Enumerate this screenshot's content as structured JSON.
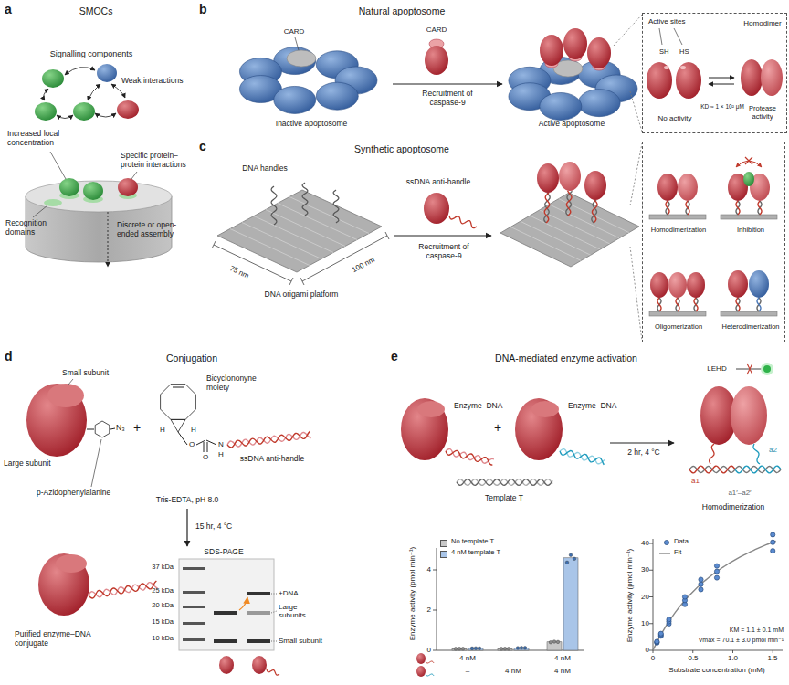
{
  "diagram": {
    "nodes": [
      {
        "text": [
          "Inactive apoptosome"
        ]
      },
      {
        "text": [
          "Active apoptosome"
        ]
      },
      {
        "text": [
          "Active sites",
          "SH",
          "HS",
          "KD ≈ 1 × 10² μM",
          "No activity",
          "Homodimer",
          "Protease activity"
        ]
      },
      {
        "text": [
          "Homodimerization",
          "Inhibition",
          "Oligomerization",
          "Heterodimerization"
        ]
      },
      {
        "text": [
          "LEHD",
          "a1",
          "a2",
          "a1′–a2′",
          "Homodimerization"
        ]
      }
    ],
    "edges": [
      {
        "from": 0,
        "to": 1,
        "label": "Recruitment of caspase-9",
        "arrow": "to"
      }
    ],
    "labels": [
      "a",
      "SMOCs",
      "Signalling components",
      "Weak interactions",
      "Increased local concentration",
      "Specific protein–protein interactions",
      "Recognition domains",
      "Discrete or open-ended assembly",
      "b",
      "Natural apoptosome",
      "CARD",
      "CARD",
      "c",
      "Synthetic apoptosome",
      "DNA handles",
      "ssDNA anti-handle",
      "Recruitment of caspase-9",
      "75 nm",
      "100 nm",
      "DNA origami platform",
      "d",
      "Conjugation",
      "Small subunit",
      "Large subunit",
      "p-Azidophenylalanine",
      "N₃",
      "+",
      "Bicyclononyne moiety",
      "H",
      "H",
      "O",
      "O",
      "N",
      "H",
      "ssDNA anti-handle",
      "Tris-EDTA, pH 8.0",
      "15 hr, 4 °C",
      "Purified enzyme–DNA conjugate",
      "SDS-PAGE",
      "37 kDa",
      "25 kDa",
      "20 kDa",
      "15 kDa",
      "10 kDa",
      "+DNA",
      "Large subunits",
      "Small subunit",
      "e",
      "DNA-mediated enzyme activation",
      "Enzyme–DNA",
      "+",
      "Enzyme–DNA",
      "Template T",
      "2 hr, 4 °C",
      "Enzyme activity (pmol min⁻¹)",
      "0",
      "2",
      "4",
      "4 nM",
      "–",
      "4 nM",
      "–",
      "4 nM",
      "4 nM",
      "Enzyme activity (pmol min⁻¹)",
      "0",
      "10",
      "20",
      "30",
      "40",
      "0",
      "0.5",
      "1.0",
      "1.5",
      "Substrate concentration (mM)",
      "KM = 1.1 ± 0.1 mM",
      "Vmax = 70.1 ± 3.0 pmol min⁻¹"
    ],
    "legend": [
      {
        "text": "No template T",
        "color": "#c8c8c8"
      },
      {
        "text": "4 nM template T",
        "color": "#a9c5e8"
      },
      {
        "text": "Data"
      },
      {
        "text": "Fit"
      }
    ]
  }
}
